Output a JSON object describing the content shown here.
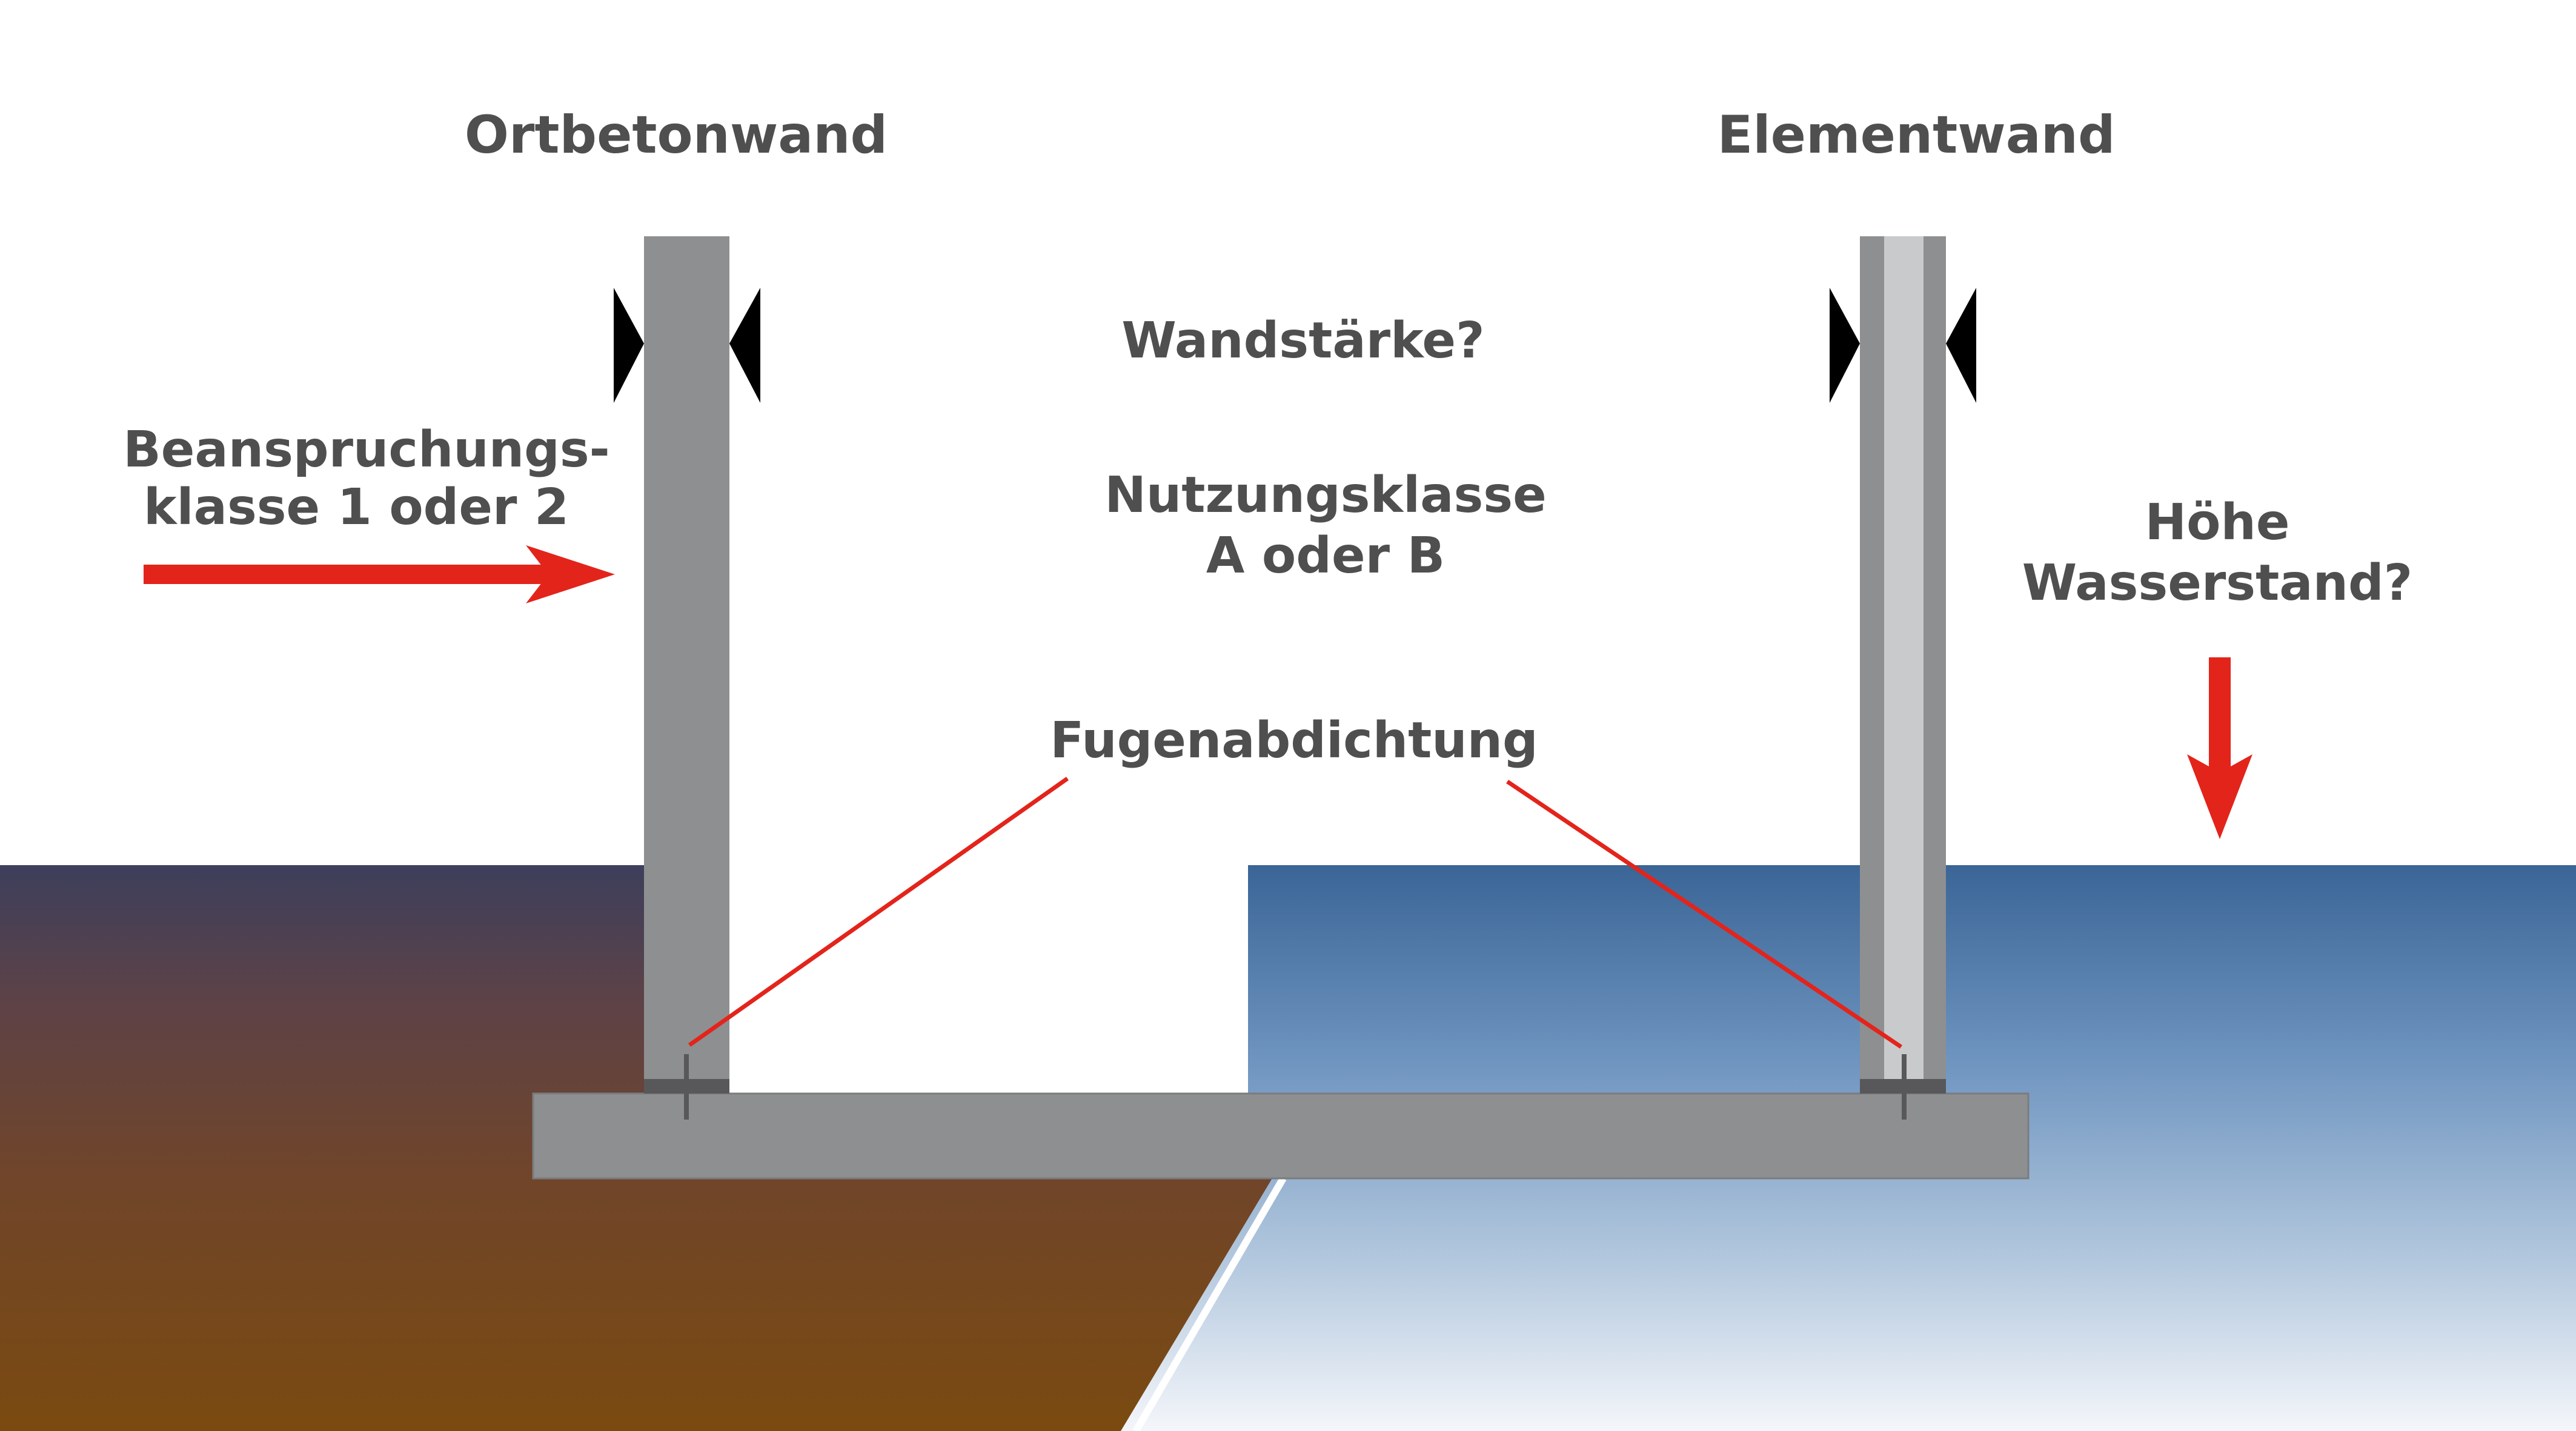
{
  "labels": {
    "left_wall_title": "Ortbetonwand",
    "right_wall_title": "Elementwand",
    "wall_thickness": "Wandstärke?",
    "stress_class_line1": "Beanspruchungs-",
    "stress_class_line2": "klasse 1 oder 2",
    "usage_class_line1": "Nutzungsklasse",
    "usage_class_line2": "A oder B",
    "water_level_line1": "Höhe",
    "water_level_line2": "Wasserstand?",
    "joint_sealing": "Fugenabdichtung"
  },
  "colors": {
    "background": "#ffffff",
    "text": "#4f4f4f",
    "arrow_red": "#e3241b",
    "concrete": "#8e8f91",
    "concrete_dark": "#58585a",
    "element_core": "#c9cacc",
    "soil_top": "#3d3f5c",
    "soil_bottom": "#7a4a10",
    "water_top": "#3a6596",
    "water_bottom": "#f4f6fa",
    "thickness_marker": "#000000"
  }
}
